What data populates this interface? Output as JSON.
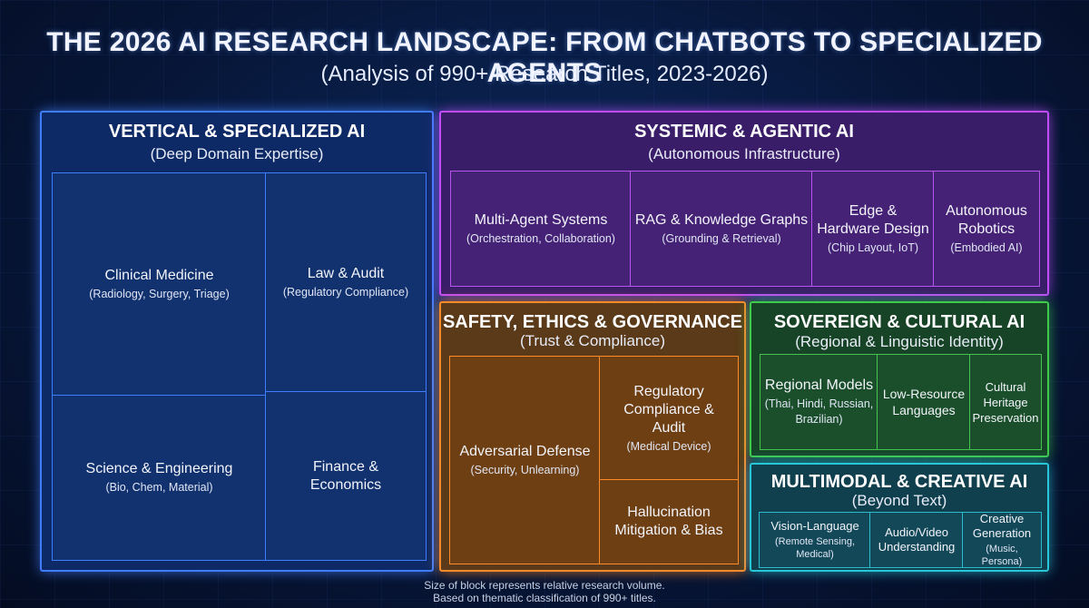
{
  "title": "THE 2026 AI RESEARCH LANDSCAPE: FROM CHATBOTS TO SPECIALIZED AGENTS",
  "subtitle": "(Analysis of 990+ Research Titles, 2023-2026)",
  "colors": {
    "vertical": "#3f7dff",
    "systemic": "#c24cff",
    "safety": "#ff8a2a",
    "sovereign": "#3ecb4a",
    "multimodal": "#27c7d8"
  },
  "categories": {
    "vertical": {
      "title": "VERTICAL & SPECIALIZED AI",
      "subtitle": "(Deep Domain Expertise)",
      "items": [
        {
          "name": "Clinical Medicine",
          "detail": "(Radiology, Surgery, Triage)"
        },
        {
          "name": "Law & Audit",
          "detail": "(Regulatory Compliance)"
        },
        {
          "name": "Science & Engineering",
          "detail": "(Bio, Chem, Material)"
        },
        {
          "name": "Finance & Economics",
          "detail": ""
        }
      ]
    },
    "systemic": {
      "title": "SYSTEMIC & AGENTIC AI",
      "subtitle": "(Autonomous Infrastructure)",
      "items": [
        {
          "name": "Multi-Agent Systems",
          "detail": "(Orchestration, Collaboration)"
        },
        {
          "name": "RAG & Knowledge Graphs",
          "detail": "(Grounding & Retrieval)"
        },
        {
          "name": "Edge & Hardware Design",
          "detail": "(Chip Layout, IoT)"
        },
        {
          "name": "Autonomous Robotics",
          "detail": "(Embodied AI)"
        }
      ]
    },
    "safety": {
      "title": "SAFETY, ETHICS & GOVERNANCE",
      "subtitle": "(Trust & Compliance)",
      "items": [
        {
          "name": "Adversarial Defense",
          "detail": "(Security, Unlearning)"
        },
        {
          "name": "Regulatory Compliance & Audit",
          "detail": "(Medical Device)"
        },
        {
          "name": "Hallucination Mitigation & Bias",
          "detail": ""
        }
      ]
    },
    "sovereign": {
      "title": "SOVEREIGN & CULTURAL AI",
      "subtitle": "(Regional & Linguistic Identity)",
      "items": [
        {
          "name": "Regional Models",
          "detail": "(Thai, Hindi, Russian, Brazilian)"
        },
        {
          "name": "Low-Resource Languages",
          "detail": ""
        },
        {
          "name": "Cultural Heritage Preservation",
          "detail": ""
        }
      ]
    },
    "multimodal": {
      "title": "MULTIMODAL & CREATIVE AI",
      "subtitle": "(Beyond Text)",
      "items": [
        {
          "name": "Vision-Language",
          "detail": "(Remote Sensing, Medical)"
        },
        {
          "name": "Audio/Video Understanding",
          "detail": ""
        },
        {
          "name": "Creative Generation",
          "detail": "(Music, Persona)"
        }
      ]
    }
  },
  "footnote": {
    "line1": "Size of block represents relative research volume.",
    "line2": "Based on thematic classification of 990+ titles."
  }
}
